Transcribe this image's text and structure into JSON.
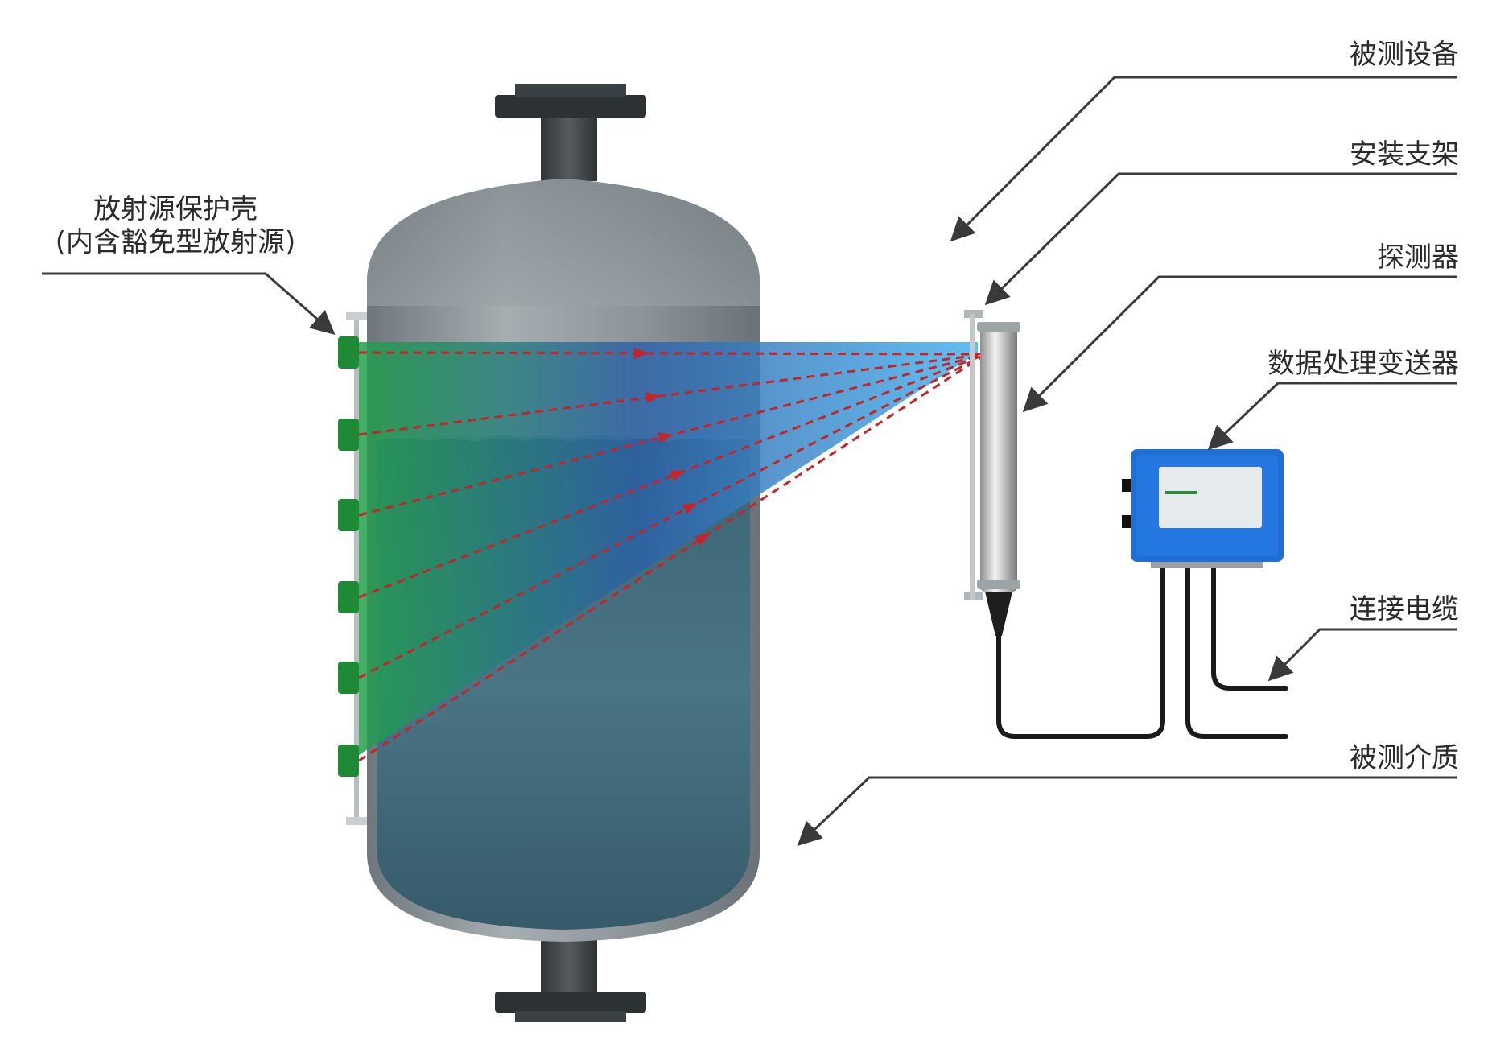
{
  "labels": {
    "source_housing_line1": "放射源保护壳",
    "source_housing_line2": "(内含豁免型放射源)",
    "measured_equipment": "被测设备",
    "mounting_bracket": "安装支架",
    "detector": "探测器",
    "transmitter": "数据处理变送器",
    "connection_cable": "连接电缆",
    "measured_medium": "被测介质"
  },
  "colors": {
    "tank_body": "#8f979c",
    "medium": "#3f6a7a",
    "source_green": "#1f8a35",
    "beam_blue": "#2f8fd8",
    "ray_red": "#c0262b",
    "transmitter_blue": "#1f6fd6",
    "leader_line": "#3a3a3a"
  },
  "icons": {
    "tank": "pressure-vessel-icon",
    "source": "radioactive-source-icon",
    "detector": "scintillation-detector-icon",
    "transmitter": "transmitter-box-icon"
  }
}
